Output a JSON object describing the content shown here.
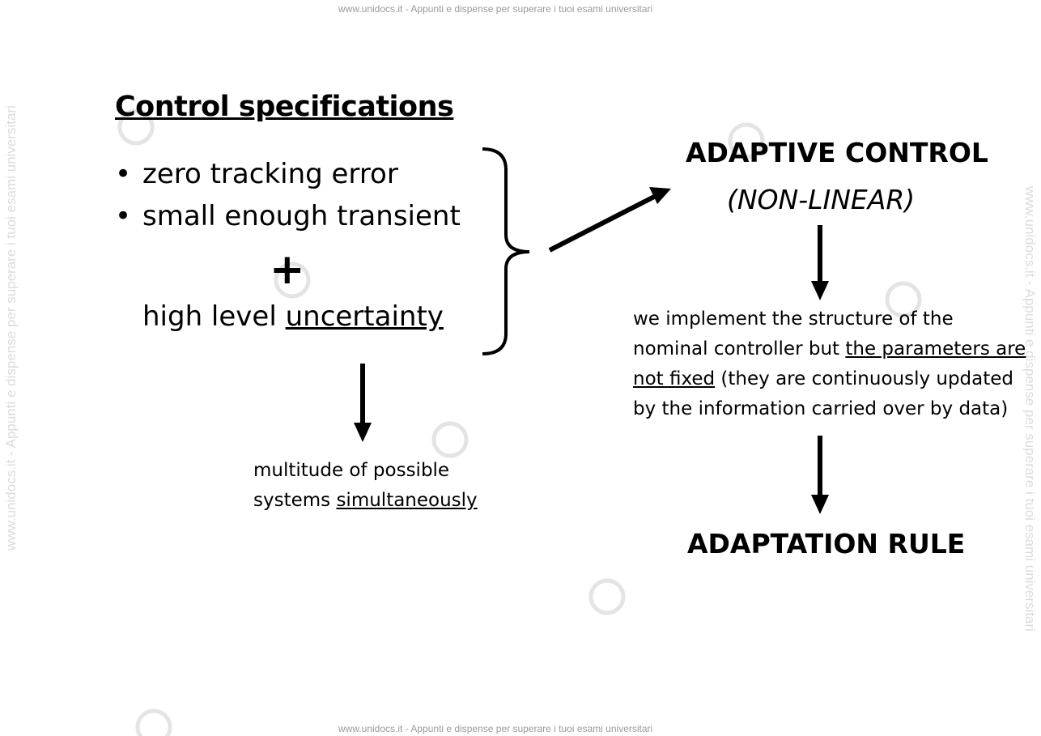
{
  "watermark": {
    "text": "www.unidocs.it - Appunti e dispense per superare i tuoi esami universitari"
  },
  "specs": {
    "title": "Control specifications",
    "bullet_1": "zero tracking error",
    "bullet_2": "small enough transient",
    "plus": "+",
    "uncertainty_prefix": "high level ",
    "uncertainty_underlined": "uncertainty"
  },
  "multitude": {
    "line_1": "multitude of possible",
    "line_2_prefix": "systems ",
    "line_2_underlined": "simultaneously"
  },
  "adaptive": {
    "title": "ADAPTIVE CONTROL",
    "subtitle": "(NON-LINEAR)",
    "line_1": "we implement the structure of the",
    "line_2_prefix": "nominal controller but ",
    "line_2_underlined": "the parameters are",
    "line_3_underlined": "not fixed",
    "line_3_suffix": " (they are continuously updated",
    "line_4": "by the information carried over by data)",
    "rule": "ADAPTATION RULE"
  }
}
